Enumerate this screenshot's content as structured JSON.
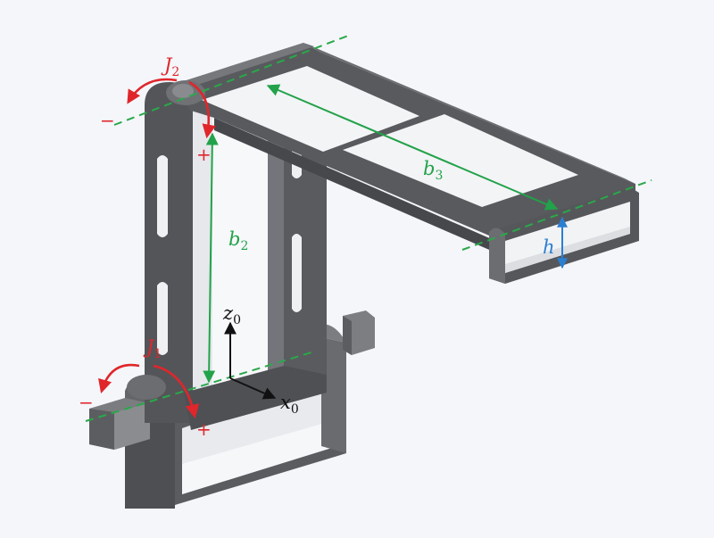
{
  "labels": {
    "j2": "J",
    "j2_sub": "2",
    "j1": "J",
    "j1_sub": "1",
    "b2": "b",
    "b2_sub": "2",
    "b3": "b",
    "b3_sub": "3",
    "h": "h",
    "z0": "z",
    "z0_sub": "0",
    "x0": "x",
    "x0_sub": "0",
    "minus": "−",
    "plus": "+"
  },
  "colors": {
    "background": "#f4f6fa",
    "frame_dark": "#4b4c4f",
    "frame_mid": "#5d5e62",
    "frame_light": "#7a7b7f",
    "frame_inner": "#e9ebee",
    "axis_dashed": "#2aa84a",
    "dimension": "#22a24a",
    "joint_arrow": "#e0262b",
    "height_arrow": "#2a7fd1",
    "coordinate_axes": "#111111"
  }
}
